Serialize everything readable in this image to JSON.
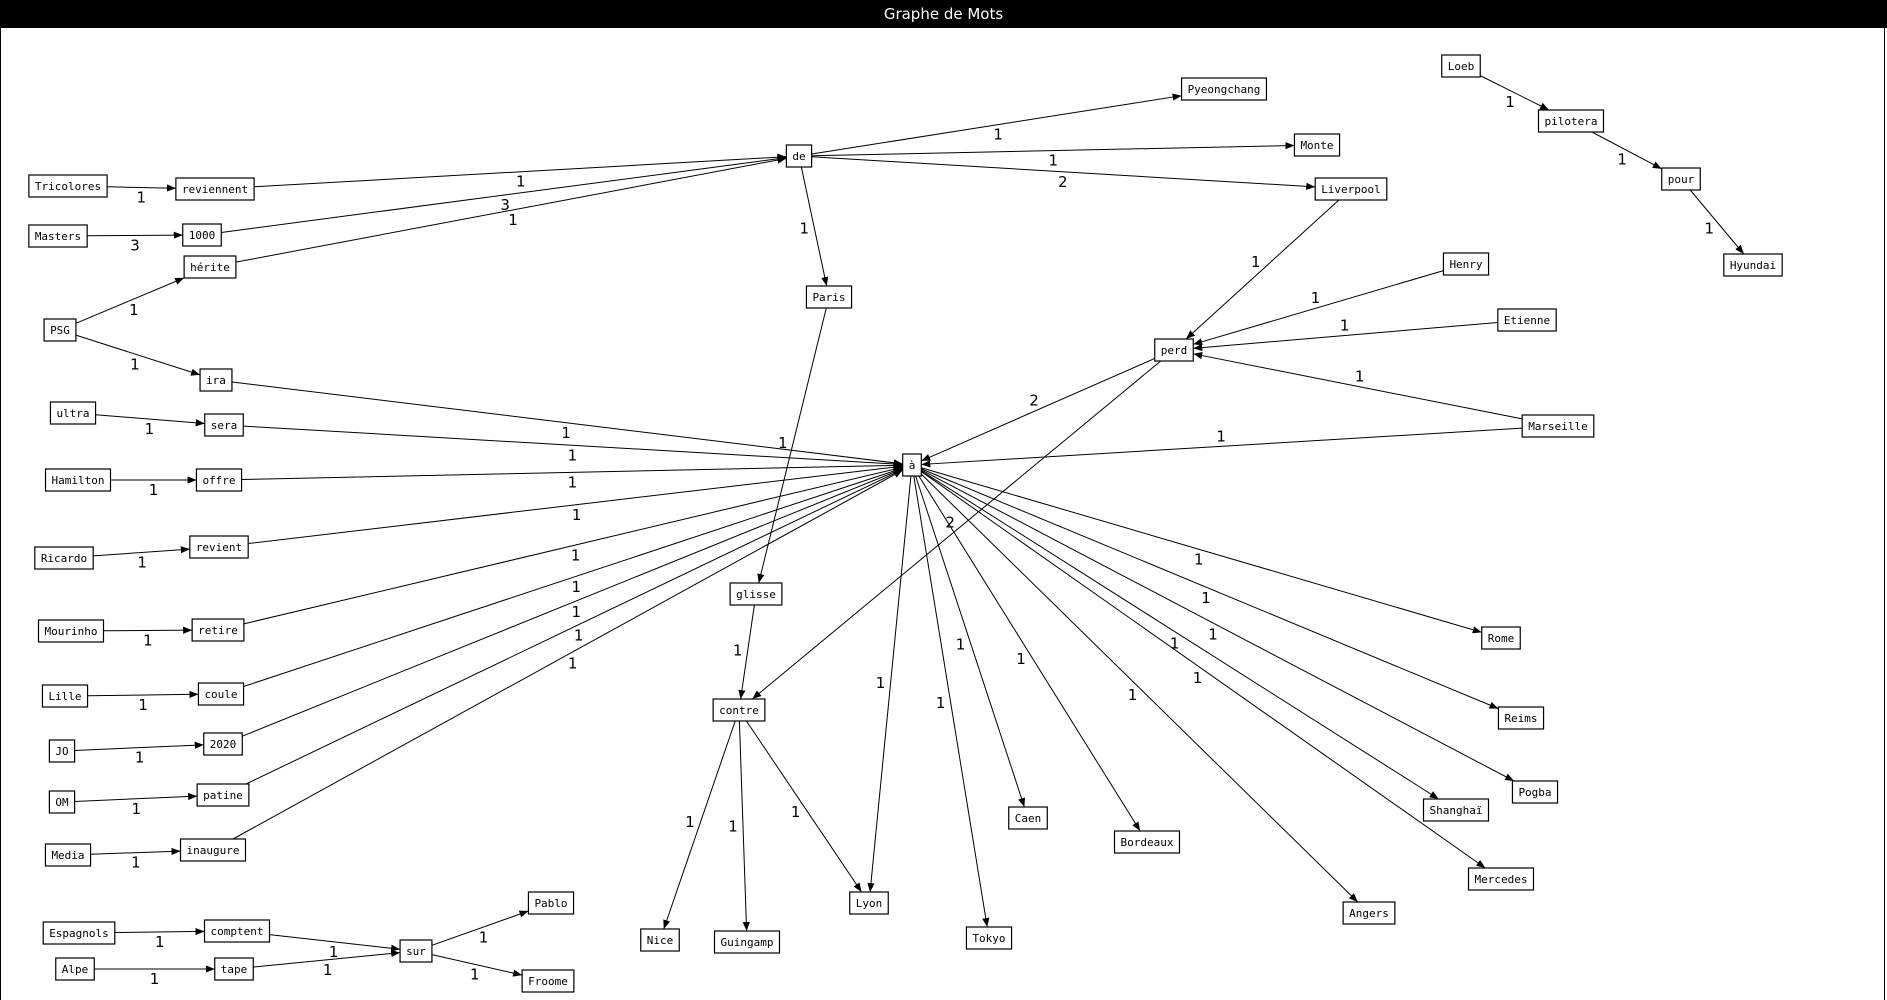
{
  "window": {
    "title": "Graphe de Mots"
  },
  "graph": {
    "nodes": [
      {
        "id": "Tricolores",
        "label": "Tricolores"
      },
      {
        "id": "reviennent",
        "label": "reviennent"
      },
      {
        "id": "Masters",
        "label": "Masters"
      },
      {
        "id": "1000",
        "label": "1000"
      },
      {
        "id": "herite",
        "label": "hérite"
      },
      {
        "id": "PSG",
        "label": "PSG"
      },
      {
        "id": "ira",
        "label": "ira"
      },
      {
        "id": "ultra",
        "label": "ultra"
      },
      {
        "id": "sera",
        "label": "sera"
      },
      {
        "id": "Hamilton",
        "label": "Hamilton"
      },
      {
        "id": "offre",
        "label": "offre"
      },
      {
        "id": "Ricardo",
        "label": "Ricardo"
      },
      {
        "id": "revient",
        "label": "revient"
      },
      {
        "id": "Mourinho",
        "label": "Mourinho"
      },
      {
        "id": "retire",
        "label": "retire"
      },
      {
        "id": "Lille",
        "label": "Lille"
      },
      {
        "id": "coule",
        "label": "coule"
      },
      {
        "id": "JO",
        "label": "JO"
      },
      {
        "id": "2020",
        "label": "2020"
      },
      {
        "id": "OM",
        "label": "OM"
      },
      {
        "id": "patine",
        "label": "patine"
      },
      {
        "id": "Media",
        "label": "Media"
      },
      {
        "id": "inaugure",
        "label": "inaugure"
      },
      {
        "id": "Espagnols",
        "label": "Espagnols"
      },
      {
        "id": "comptent",
        "label": "comptent"
      },
      {
        "id": "Alpe",
        "label": "Alpe"
      },
      {
        "id": "tape",
        "label": "tape"
      },
      {
        "id": "sur",
        "label": "sur"
      },
      {
        "id": "Pablo",
        "label": "Pablo"
      },
      {
        "id": "Froome",
        "label": "Froome"
      },
      {
        "id": "de",
        "label": "de"
      },
      {
        "id": "Pyeongchang",
        "label": "Pyeongchang"
      },
      {
        "id": "Monte",
        "label": "Monte"
      },
      {
        "id": "Liverpool",
        "label": "Liverpool"
      },
      {
        "id": "Paris",
        "label": "Paris"
      },
      {
        "id": "glisse",
        "label": "glisse"
      },
      {
        "id": "contre",
        "label": "contre"
      },
      {
        "id": "Nice",
        "label": "Nice"
      },
      {
        "id": "Guingamp",
        "label": "Guingamp"
      },
      {
        "id": "Lyon",
        "label": "Lyon"
      },
      {
        "id": "Tokyo",
        "label": "Tokyo"
      },
      {
        "id": "Caen",
        "label": "Caen"
      },
      {
        "id": "Bordeaux",
        "label": "Bordeaux"
      },
      {
        "id": "Angers",
        "label": "Angers"
      },
      {
        "id": "a",
        "label": "à"
      },
      {
        "id": "perd",
        "label": "perd"
      },
      {
        "id": "Henry",
        "label": "Henry"
      },
      {
        "id": "Etienne",
        "label": "Etienne"
      },
      {
        "id": "Marseille",
        "label": "Marseille"
      },
      {
        "id": "Rome",
        "label": "Rome"
      },
      {
        "id": "Reims",
        "label": "Reims"
      },
      {
        "id": "Pogba",
        "label": "Pogba"
      },
      {
        "id": "Shanghai",
        "label": "Shanghaï"
      },
      {
        "id": "Mercedes",
        "label": "Mercedes"
      },
      {
        "id": "Loeb",
        "label": "Loeb"
      },
      {
        "id": "pilotera",
        "label": "pilotera"
      },
      {
        "id": "pour",
        "label": "pour"
      },
      {
        "id": "Hyundai",
        "label": "Hyundai"
      }
    ],
    "edges": [
      {
        "from": "Tricolores",
        "to": "reviennent",
        "weight": "1"
      },
      {
        "from": "reviennent",
        "to": "de",
        "weight": "1"
      },
      {
        "from": "Masters",
        "to": "1000",
        "weight": "3"
      },
      {
        "from": "1000",
        "to": "de",
        "weight": "3"
      },
      {
        "from": "herite",
        "to": "de",
        "weight": "1"
      },
      {
        "from": "PSG",
        "to": "herite",
        "weight": "1"
      },
      {
        "from": "PSG",
        "to": "ira",
        "weight": "1"
      },
      {
        "from": "ira",
        "to": "a",
        "weight": "1"
      },
      {
        "from": "ultra",
        "to": "sera",
        "weight": "1"
      },
      {
        "from": "sera",
        "to": "a",
        "weight": "1"
      },
      {
        "from": "Hamilton",
        "to": "offre",
        "weight": "1"
      },
      {
        "from": "offre",
        "to": "a",
        "weight": "1"
      },
      {
        "from": "Ricardo",
        "to": "revient",
        "weight": "1"
      },
      {
        "from": "revient",
        "to": "a",
        "weight": "1"
      },
      {
        "from": "Mourinho",
        "to": "retire",
        "weight": "1"
      },
      {
        "from": "retire",
        "to": "a",
        "weight": "1"
      },
      {
        "from": "Lille",
        "to": "coule",
        "weight": "1"
      },
      {
        "from": "coule",
        "to": "a",
        "weight": "1"
      },
      {
        "from": "JO",
        "to": "2020",
        "weight": "1"
      },
      {
        "from": "2020",
        "to": "a",
        "weight": "1"
      },
      {
        "from": "OM",
        "to": "patine",
        "weight": "1"
      },
      {
        "from": "patine",
        "to": "a",
        "weight": "1"
      },
      {
        "from": "Media",
        "to": "inaugure",
        "weight": "1"
      },
      {
        "from": "inaugure",
        "to": "a",
        "weight": "1"
      },
      {
        "from": "Espagnols",
        "to": "comptent",
        "weight": "1"
      },
      {
        "from": "comptent",
        "to": "sur",
        "weight": "1"
      },
      {
        "from": "Alpe",
        "to": "tape",
        "weight": "1"
      },
      {
        "from": "tape",
        "to": "sur",
        "weight": "1"
      },
      {
        "from": "sur",
        "to": "Pablo",
        "weight": "1"
      },
      {
        "from": "sur",
        "to": "Froome",
        "weight": "1"
      },
      {
        "from": "de",
        "to": "Pyeongchang",
        "weight": "1"
      },
      {
        "from": "de",
        "to": "Monte",
        "weight": "1"
      },
      {
        "from": "de",
        "to": "Liverpool",
        "weight": "2"
      },
      {
        "from": "de",
        "to": "Paris",
        "weight": "1"
      },
      {
        "from": "Paris",
        "to": "glisse",
        "weight": "1"
      },
      {
        "from": "glisse",
        "to": "contre",
        "weight": "1"
      },
      {
        "from": "contre",
        "to": "Nice",
        "weight": "1"
      },
      {
        "from": "contre",
        "to": "Guingamp",
        "weight": "1"
      },
      {
        "from": "contre",
        "to": "Lyon",
        "weight": "1"
      },
      {
        "from": "Liverpool",
        "to": "perd",
        "weight": "1"
      },
      {
        "from": "Henry",
        "to": "perd",
        "weight": "1"
      },
      {
        "from": "Etienne",
        "to": "perd",
        "weight": "1"
      },
      {
        "from": "Marseille",
        "to": "perd",
        "weight": "1"
      },
      {
        "from": "perd",
        "to": "a",
        "weight": "2"
      },
      {
        "from": "perd",
        "to": "contre",
        "weight": "2"
      },
      {
        "from": "Marseille",
        "to": "a",
        "weight": "1"
      },
      {
        "from": "a",
        "to": "Rome",
        "weight": "1"
      },
      {
        "from": "a",
        "to": "Reims",
        "weight": "1"
      },
      {
        "from": "a",
        "to": "Pogba",
        "weight": "1"
      },
      {
        "from": "a",
        "to": "Shanghai",
        "weight": "1"
      },
      {
        "from": "a",
        "to": "Mercedes",
        "weight": "1"
      },
      {
        "from": "a",
        "to": "Angers",
        "weight": "1"
      },
      {
        "from": "a",
        "to": "Bordeaux",
        "weight": "1"
      },
      {
        "from": "a",
        "to": "Caen",
        "weight": "1"
      },
      {
        "from": "a",
        "to": "Tokyo",
        "weight": "1"
      },
      {
        "from": "a",
        "to": "Lyon",
        "weight": "1"
      },
      {
        "from": "Loeb",
        "to": "pilotera",
        "weight": "1"
      },
      {
        "from": "pilotera",
        "to": "pour",
        "weight": "1"
      },
      {
        "from": "pour",
        "to": "Hyundai",
        "weight": "1"
      }
    ]
  }
}
